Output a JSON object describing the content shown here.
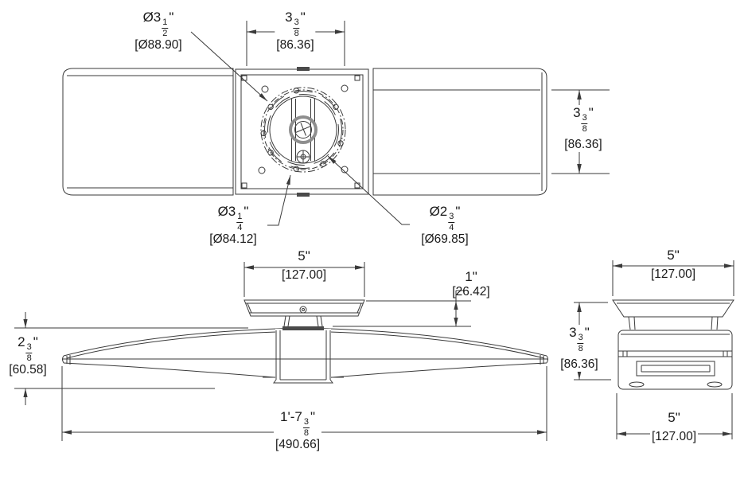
{
  "drawing": {
    "style": {
      "ink": "#3a3a3a",
      "grommet_gray": "#8e8e8e",
      "hardware_dark": "#4a4a4a",
      "paper": "#ffffff"
    },
    "labels": {
      "mount_dia": {
        "pre": "Ø3",
        "num": "1",
        "den": "2",
        "unit": "\"",
        "mm": "[Ø88.90]"
      },
      "plate_width": {
        "pre": "3",
        "num": "3",
        "den": "8",
        "unit": "\"",
        "mm": "[86.36]"
      },
      "plate_depth": {
        "pre": "3",
        "num": "3",
        "den": "8",
        "unit": "\"",
        "mm": "[86.36]"
      },
      "bolt_circle_dia": {
        "pre": "Ø3",
        "num": "1",
        "den": "4",
        "unit": "\"",
        "mm": "[Ø84.12]"
      },
      "inner_ring_dia": {
        "pre": "Ø2",
        "num": "3",
        "den": "4",
        "unit": "\"",
        "mm": "[Ø69.85]"
      },
      "canopy_width": {
        "pre": "5",
        "unit": "\"",
        "mm": "[127.00]"
      },
      "canopy_height": {
        "pre": "1",
        "unit": "\"",
        "mm": "[26.42]"
      },
      "body_height": {
        "pre": "2",
        "num": "3",
        "den": "8",
        "unit": "\"",
        "mm": "[60.58]"
      },
      "overall_length": {
        "pre": "1'-7",
        "num": "3",
        "den": "8",
        "unit": "\"",
        "mm": "[490.66]"
      },
      "side_top_width": {
        "pre": "5",
        "unit": "\"",
        "mm": "[127.00]"
      },
      "side_height": {
        "pre": "3",
        "num": "3",
        "den": "8",
        "unit": "\"",
        "mm": "[86.36]"
      },
      "side_bottom_width": {
        "pre": "5",
        "unit": "\"",
        "mm": "[127.00]"
      }
    }
  }
}
